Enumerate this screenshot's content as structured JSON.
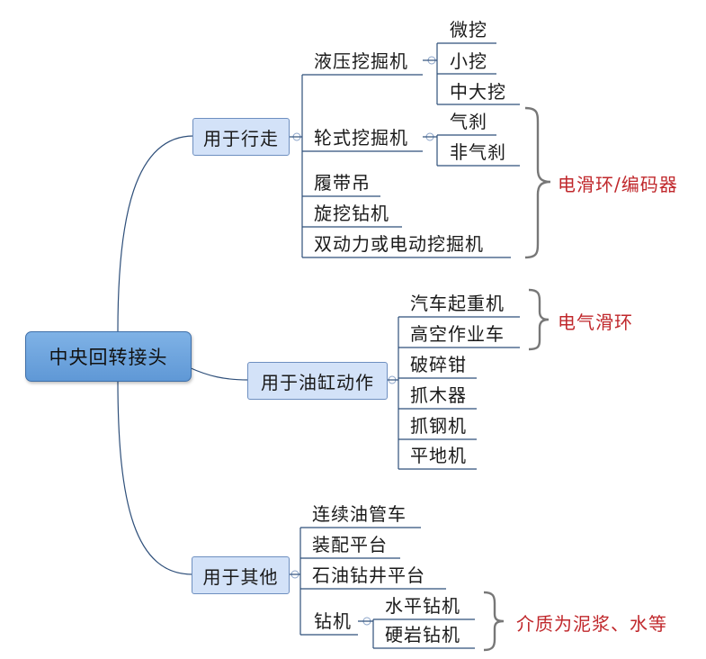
{
  "root": {
    "label": "中央回转接头"
  },
  "branches": [
    {
      "label": "用于行走",
      "children": [
        {
          "label": "液压挖掘机",
          "children": [
            "微挖",
            "小挖",
            "中大挖"
          ]
        },
        {
          "label": "轮式挖掘机",
          "children": [
            "气刹",
            "非气刹"
          ]
        },
        {
          "label": "履带吊"
        },
        {
          "label": "旋挖钻机"
        },
        {
          "label": "双动力或电动挖掘机"
        }
      ],
      "note": "电滑环/编码器"
    },
    {
      "label": "用于油缸动作",
      "children": [
        {
          "label": "汽车起重机"
        },
        {
          "label": "高空作业车"
        },
        {
          "label": "破碎钳"
        },
        {
          "label": "抓木器"
        },
        {
          "label": "抓钢机"
        },
        {
          "label": "平地机"
        }
      ],
      "note": "电气滑环"
    },
    {
      "label": "用于其他",
      "children": [
        {
          "label": "连续油管车"
        },
        {
          "label": "装配平台"
        },
        {
          "label": "石油钻井平台"
        },
        {
          "label": "钻机",
          "children": [
            "水平钻机",
            "硬岩钻机"
          ]
        }
      ],
      "note": "介质为泥浆、水等"
    }
  ],
  "colors": {
    "line": "#2e4f7a",
    "note": "#c0282c",
    "branch_fill": "#d3e2f8",
    "root_fill": "#6fa5de"
  },
  "icons": {
    "collapse": "collapse-minus-icon",
    "brace": "curly-brace-icon"
  }
}
